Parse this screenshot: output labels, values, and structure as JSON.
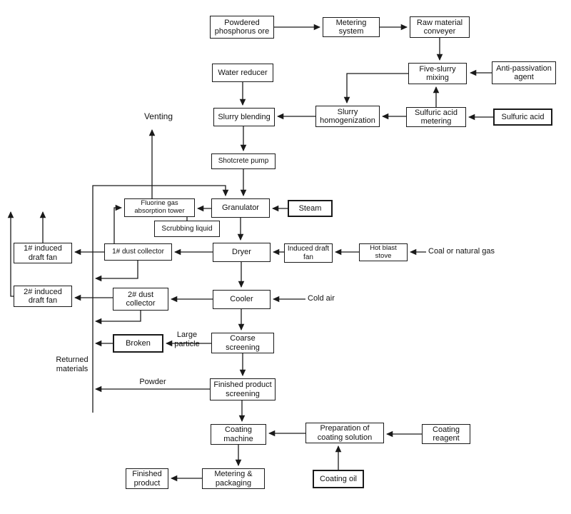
{
  "colors": {
    "background": "#ffffff",
    "line": "#1a1a1a",
    "text": "#111111"
  },
  "nodes": {
    "powdered_phosphorus_ore": "Powdered phosphorus ore",
    "metering_system": "Metering system",
    "raw_material_conveyer": "Raw material conveyer",
    "water_reducer": "Water reducer",
    "five_slurry_mixing": "Five-slurry mixing",
    "anti_passivation_agent": "Anti-passivation agent",
    "slurry_blending": "Slurry blending",
    "slurry_homogenization": "Slurry homogenization",
    "sulfuric_acid_metering": "Sulfuric acid metering",
    "sulfuric_acid": "Sulfuric acid",
    "shotcrete_pump": "Shotcrete pump",
    "fluorine_gas_absorption_tower": "Fluorine gas absorption tower",
    "granulator": "Granulator",
    "steam": "Steam",
    "scrubbing_liquid": "Scrubbing liquid",
    "induced_draft_fan_1": "1# induced draft fan",
    "dust_collector_1": "1# dust collector",
    "dryer": "Dryer",
    "induced_draft_fan": "Induced draft fan",
    "hot_blast_stove": "Hot blast stove",
    "induced_draft_fan_2": "2# induced draft fan",
    "dust_collector_2": "2# dust collector",
    "cooler": "Cooler",
    "broken": "Broken",
    "coarse_screening": "Coarse screening",
    "finished_product_screening": "Finished product screening",
    "coating_machine": "Coating machine",
    "preparation_of_coating_solution": "Preparation of coating solution",
    "coating_reagent": "Coating reagent",
    "finished_product": "Finished product",
    "metering_and_packaging": "Metering & packaging",
    "coating_oil": "Coating oil"
  },
  "labels": {
    "venting": "Venting",
    "coal_or_natural_gas": "Coal or natural gas",
    "cold_air": "Cold air",
    "large_particle": "Large particle",
    "powder": "Powder",
    "returned_materials": "Returned materials"
  },
  "edges": [
    {
      "from": "powdered_phosphorus_ore",
      "to": "metering_system"
    },
    {
      "from": "metering_system",
      "to": "raw_material_conveyer"
    },
    {
      "from": "raw_material_conveyer",
      "to": "five_slurry_mixing"
    },
    {
      "from": "anti_passivation_agent",
      "to": "five_slurry_mixing"
    },
    {
      "from": "sulfuric_acid_metering",
      "to": "five_slurry_mixing"
    },
    {
      "from": "five_slurry_mixing",
      "to": "slurry_homogenization"
    },
    {
      "from": "sulfuric_acid",
      "to": "sulfuric_acid_metering"
    },
    {
      "from": "sulfuric_acid_metering",
      "to": "slurry_homogenization"
    },
    {
      "from": "slurry_homogenization",
      "to": "slurry_blending"
    },
    {
      "from": "water_reducer",
      "to": "slurry_blending"
    },
    {
      "from": "slurry_blending",
      "to": "shotcrete_pump"
    },
    {
      "from": "shotcrete_pump",
      "to": "granulator"
    },
    {
      "from": "steam",
      "to": "granulator"
    },
    {
      "from": "returned_materials_line",
      "to": "granulator"
    },
    {
      "from": "granulator",
      "to": "fluorine_gas_absorption_tower"
    },
    {
      "from": "dust_collector_1",
      "to": "fluorine_gas_absorption_tower"
    },
    {
      "from": "scrubbing_liquid",
      "to": "fluorine_gas_absorption_tower"
    },
    {
      "from": "fluorine_gas_absorption_tower",
      "to": "venting"
    },
    {
      "from": "granulator",
      "to": "dryer"
    },
    {
      "from": "dryer",
      "to": "dust_collector_1"
    },
    {
      "from": "dust_collector_1",
      "to": "induced_draft_fan_1"
    },
    {
      "from": "induced_draft_fan_1",
      "to": "venting"
    },
    {
      "from": "dust_collector_1",
      "to": "returned_materials_line"
    },
    {
      "from": "coal_or_natural_gas",
      "to": "hot_blast_stove"
    },
    {
      "from": "hot_blast_stove",
      "to": "induced_draft_fan"
    },
    {
      "from": "induced_draft_fan",
      "to": "dryer"
    },
    {
      "from": "dryer",
      "to": "cooler"
    },
    {
      "from": "cold_air",
      "to": "cooler"
    },
    {
      "from": "cooler",
      "to": "dust_collector_2"
    },
    {
      "from": "dust_collector_2",
      "to": "induced_draft_fan_2"
    },
    {
      "from": "induced_draft_fan_2",
      "to": "venting"
    },
    {
      "from": "dust_collector_2",
      "to": "returned_materials_line"
    },
    {
      "from": "cooler",
      "to": "coarse_screening"
    },
    {
      "from": "coarse_screening",
      "to": "broken",
      "label": "Large particle"
    },
    {
      "from": "broken",
      "to": "returned_materials_line"
    },
    {
      "from": "coarse_screening",
      "to": "finished_product_screening"
    },
    {
      "from": "finished_product_screening",
      "to": "returned_materials_line",
      "label": "Powder"
    },
    {
      "from": "finished_product_screening",
      "to": "coating_machine"
    },
    {
      "from": "coating_reagent",
      "to": "preparation_of_coating_solution"
    },
    {
      "from": "coating_oil",
      "to": "preparation_of_coating_solution"
    },
    {
      "from": "preparation_of_coating_solution",
      "to": "coating_machine"
    },
    {
      "from": "coating_machine",
      "to": "metering_and_packaging"
    },
    {
      "from": "metering_and_packaging",
      "to": "finished_product"
    }
  ]
}
